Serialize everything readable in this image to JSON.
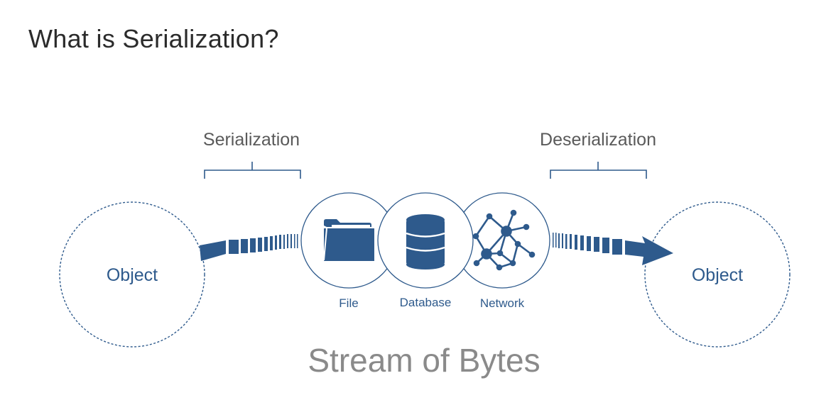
{
  "title": "What is Serialization?",
  "diagram": {
    "serialization_label": "Serialization",
    "deserialization_label": "Deserialization",
    "source_object_label": "Object",
    "target_object_label": "Object",
    "media": [
      {
        "label": "File",
        "icon": "folder-icon"
      },
      {
        "label": "Database",
        "icon": "database-icon"
      },
      {
        "label": "Network",
        "icon": "network-icon"
      }
    ],
    "stream_label": "Stream of Bytes"
  },
  "colors": {
    "accent": "#2e5a8c",
    "title_text": "#2b2b2b",
    "label_gray": "#5a5a5a",
    "stream_gray": "#8a8a8a"
  }
}
